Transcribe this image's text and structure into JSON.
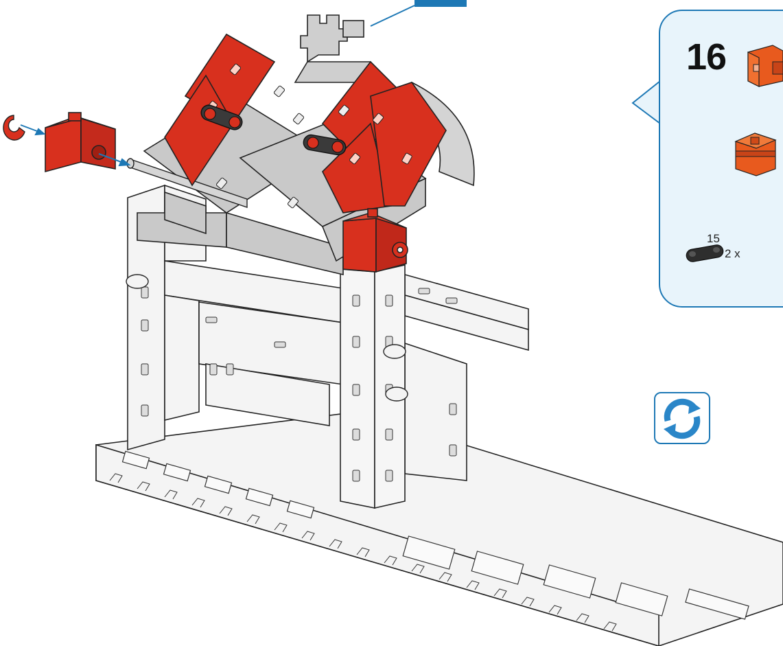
{
  "step": {
    "number": "16"
  },
  "parts": [
    {
      "icon": "red-building-block-15-icon",
      "count": ""
    },
    {
      "icon": "red-building-block-with-bore-icon",
      "count": ""
    },
    {
      "icon": "black-strut-15-icon",
      "length": "15",
      "count": "2 x"
    }
  ],
  "controls": {
    "rotate_icon": "rotate-view-icon"
  },
  "colors": {
    "accent_blue": "#1d78b5",
    "parts_box_bg": "#e8f4fb",
    "brick_red": "#d8301e",
    "light_gray": "#c9c9c9",
    "white_part": "#f4f4f4"
  }
}
